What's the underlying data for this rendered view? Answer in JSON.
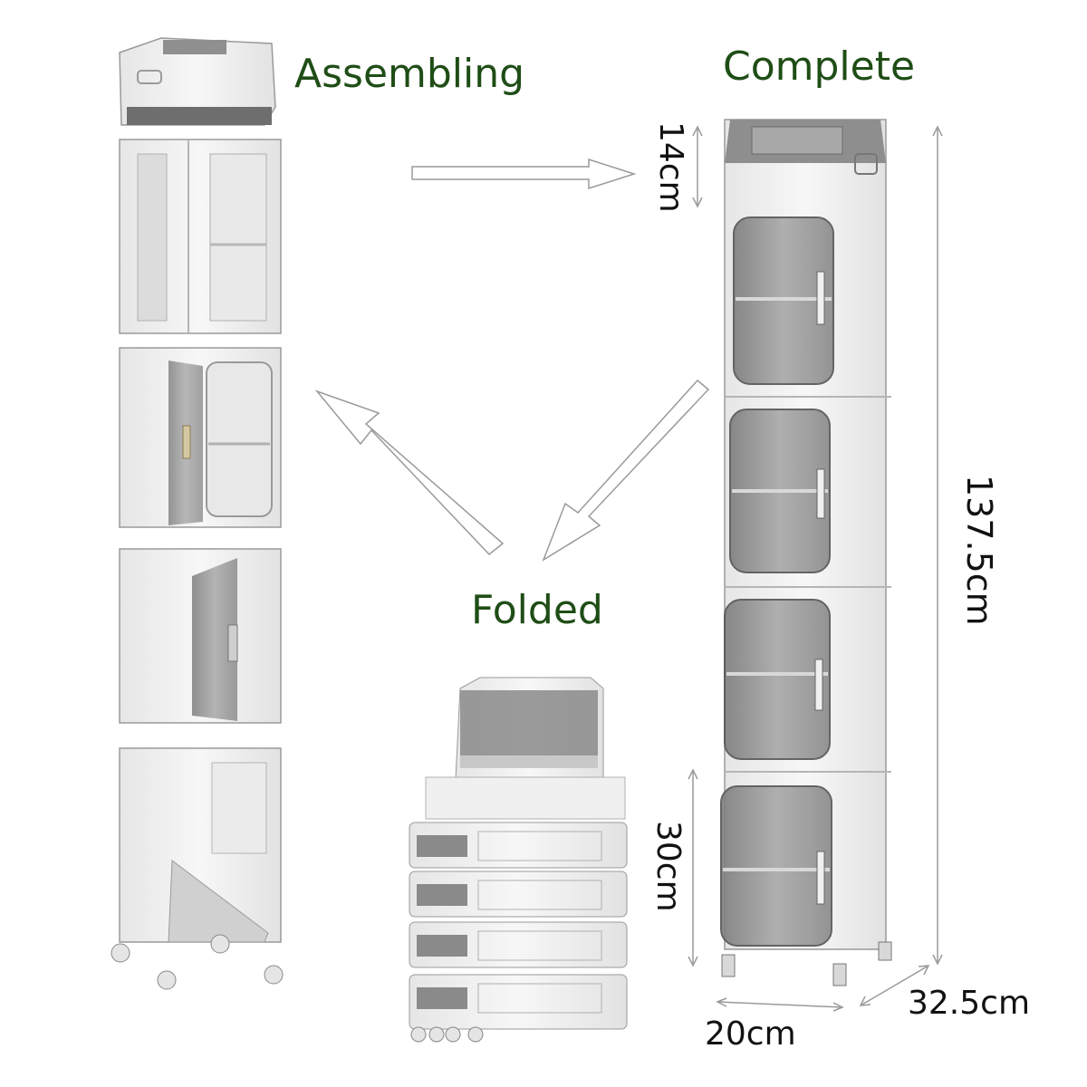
{
  "headings": {
    "assembling": "Assembling",
    "complete": "Complete",
    "folded": "Folded"
  },
  "dimensions": {
    "top_module_height": "14cm",
    "total_height": "137.5cm",
    "folded_height": "30cm",
    "width": "20cm",
    "depth": "32.5cm"
  },
  "colors": {
    "heading": "#1f4d16",
    "text": "#111111",
    "cabinet_body": "#f2f2f2",
    "cabinet_edge": "#9a9a9a",
    "door_tint": "#8a8a8a",
    "arrow": "#9a9a9a"
  }
}
